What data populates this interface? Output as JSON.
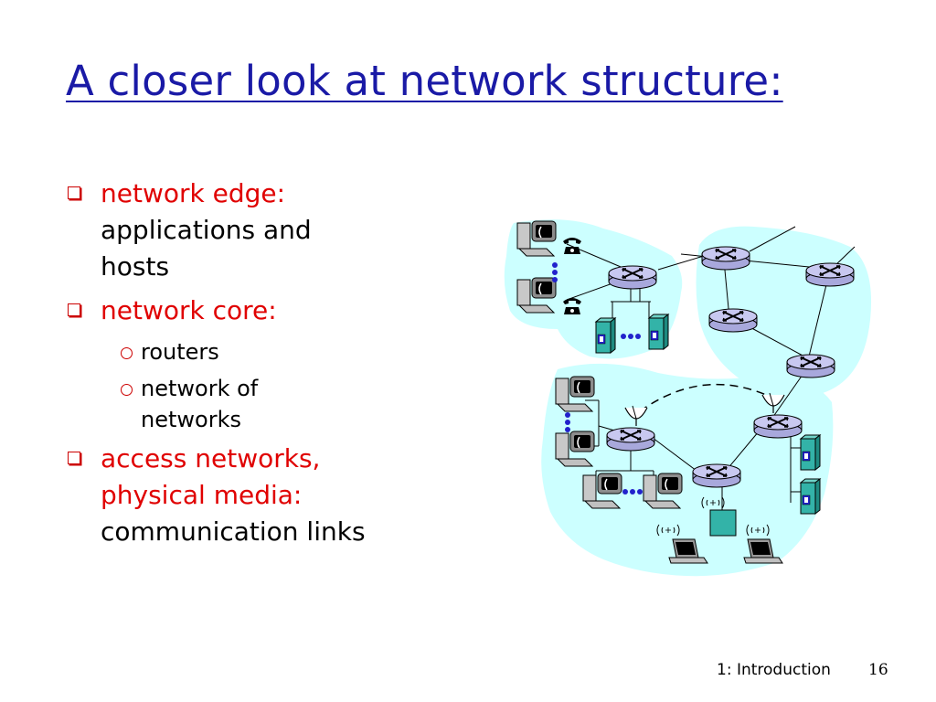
{
  "slide": {
    "title": "A closer look at network structure:",
    "bullets": [
      {
        "highlight": "network edge:",
        "text_lines": [
          "applications and",
          "hosts"
        ]
      },
      {
        "highlight": "network core:",
        "sub": [
          [
            "routers"
          ],
          [
            "network of",
            "networks"
          ]
        ]
      },
      {
        "highlight_lines": [
          "access networks,",
          "physical media:"
        ],
        "text_lines": [
          "communication links"
        ]
      }
    ],
    "footer": "1: Introduction",
    "page_number": "16"
  },
  "colors": {
    "title": "#1a1aa6",
    "highlight": "#e00000",
    "network_region": "#ccffff",
    "router_fill": "#c8c8f0",
    "server_fill": "#33b3a8",
    "bullet_marker": "#cc0000"
  },
  "icons": [
    "square-bullet-icon",
    "circle-bullet-icon",
    "router-icon",
    "desktop-computer-icon",
    "telephone-icon",
    "server-icon",
    "laptop-icon",
    "satellite-dish-icon",
    "wireless-access-point-icon"
  ]
}
